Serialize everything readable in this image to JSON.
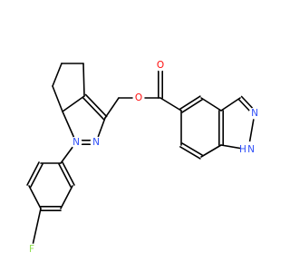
{
  "molecule": {
    "atoms": {
      "ester_o": {
        "text": "O",
        "color": "#ff0d0d"
      },
      "carbonyl_o": {
        "text": "O",
        "color": "#ff0d0d"
      },
      "pyr_n2": {
        "text": "N",
        "color": "#3050f8"
      },
      "pyr_n1": {
        "text": "N",
        "color": "#3050f8"
      },
      "ind_n2": {
        "text": "N",
        "color": "#3050f8"
      },
      "ind_n1h": {
        "text": "N",
        "color": "#3050f8"
      },
      "ind_h": {
        "text": "H",
        "color": "#3050f8"
      },
      "fluorine": {
        "text": "F",
        "color": "#90e050"
      }
    }
  }
}
